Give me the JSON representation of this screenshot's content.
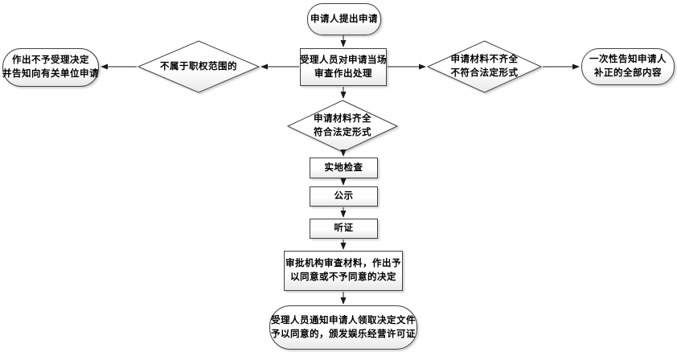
{
  "nodes": {
    "start": {
      "lines": [
        "申请人提出申请"
      ]
    },
    "review": {
      "lines": [
        "受理人员对申请当场",
        "审查作出处理"
      ]
    },
    "out_of_scope": {
      "lines": [
        "不属于职权范围的"
      ]
    },
    "reject": {
      "lines": [
        "作出不予受理决定",
        "并告知向有关单位申请"
      ]
    },
    "incomplete": {
      "lines": [
        "申请材料不齐全",
        "不符合法定形式"
      ]
    },
    "notify_correction": {
      "lines": [
        "一次性告知申请人",
        "补正的全部内容"
      ]
    },
    "complete": {
      "lines": [
        "申请材料齐全",
        "符合法定形式"
      ]
    },
    "inspection": {
      "lines": [
        "实地检查"
      ]
    },
    "publicity": {
      "lines": [
        "公示"
      ]
    },
    "hearing": {
      "lines": [
        "听证"
      ]
    },
    "decision": {
      "lines": [
        "审批机构审查材料，作出予",
        "以同意或不予同意的决定"
      ]
    },
    "license": {
      "lines": [
        "受理人员通知申请人领取决定文件",
        "予以同意的，颁发娱乐经营许可证"
      ]
    }
  },
  "colors": {
    "border": "#404040",
    "fill_top": "#ffffff",
    "fill_bottom": "#e9e9e9",
    "arrow": "#1a1a1a",
    "text": "#000000"
  }
}
